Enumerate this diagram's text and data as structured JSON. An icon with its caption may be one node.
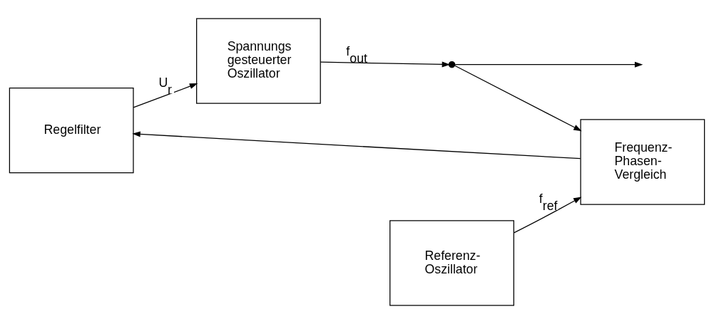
{
  "diagram": {
    "nodes": [
      {
        "text": [
          "Regelfilter"
        ]
      },
      {
        "text": [
          "Spannungs gesteuerter Oszillator"
        ]
      },
      {
        "text": [
          "Referenz- Oszillator"
        ]
      },
      {
        "text": [
          "Frequenz- Phasen- Vergleich"
        ]
      },
      {
        "text": [],
        "shape": "circle"
      }
    ],
    "edges": [
      {
        "from": 0,
        "to": 1,
        "arrow": "to",
        "label": "U$_{r}$"
      },
      {
        "from": 1,
        "to": 4,
        "arrow": "to",
        "label": "f$_{out}$"
      },
      {
        "from": 4,
        "to": null,
        "arrow": "to"
      },
      {
        "from": 4,
        "to": 3,
        "arrow": "to"
      },
      {
        "from": 2,
        "to": 3,
        "arrow": "to",
        "label": "f$_{ref}$"
      },
      {
        "from": 3,
        "to": 0,
        "arrow": "to"
      }
    ]
  }
}
